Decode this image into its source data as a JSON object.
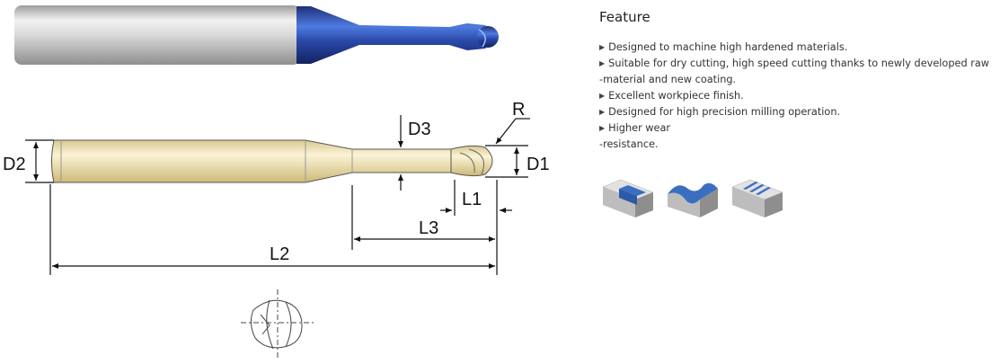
{
  "diagram": {
    "labels": {
      "R": "R",
      "D1": "D1",
      "D2": "D2",
      "D3": "D3",
      "L1": "L1",
      "L2": "L2",
      "L3": "L3"
    }
  },
  "feature": {
    "title": "Feature",
    "items": [
      "Designed to machine high hardened materials.",
      "Suitable for dry cutting, high speed cutting thanks to newly developed raw",
      "-material and new coating.",
      "Excellent workpiece finish.",
      "Designed for high precision milling operation.",
      "Higher wear",
      "-resistance."
    ]
  },
  "icons": [
    "slot-milling-icon",
    "contour-milling-icon",
    "grooving-icon"
  ],
  "colors": {
    "coating": "#2f4fa0",
    "shank": "#c9c9c9",
    "shank_tan": "#efe3b8",
    "workpiece_blue": "#3a6fc0"
  }
}
